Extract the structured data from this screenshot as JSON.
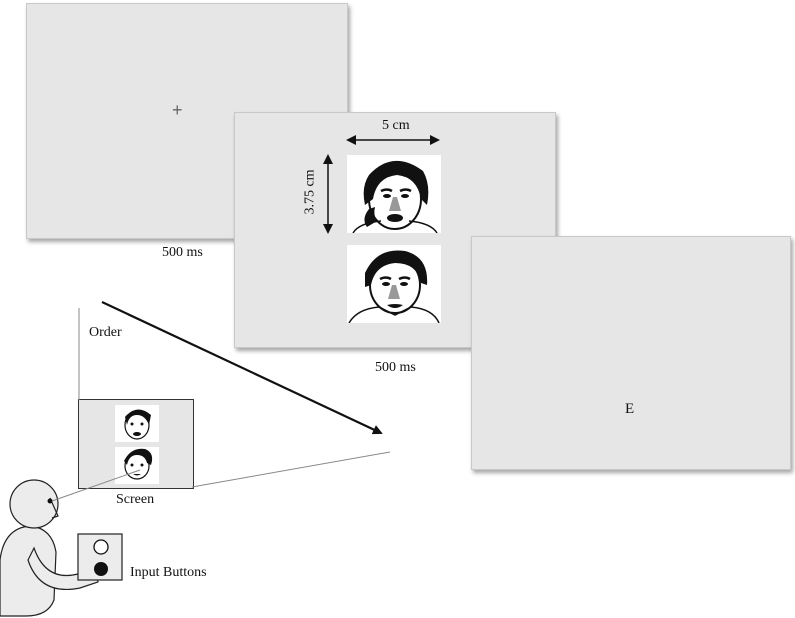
{
  "screens": {
    "fixation": {
      "symbol": "+",
      "duration": "500 ms"
    },
    "faces": {
      "width_label": "5 cm",
      "height_label": "3.75 cm",
      "duration": "500 ms"
    },
    "response": {
      "letter": "E"
    }
  },
  "setup": {
    "order_label": "Order",
    "screen_label": "Screen",
    "buttons_label": "Input Buttons"
  }
}
